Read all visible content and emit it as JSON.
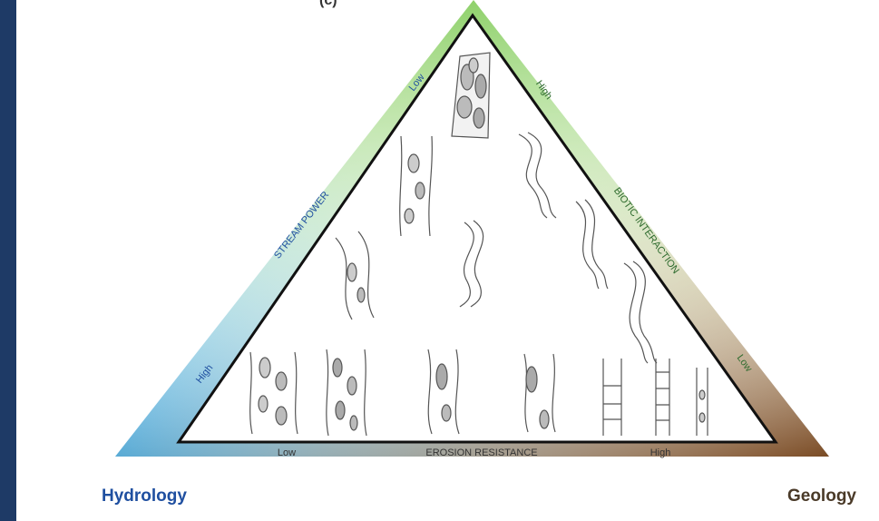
{
  "diagram": {
    "top_fragment": "(c)",
    "left_axis": {
      "title": "STREAM POWER",
      "low": "Low",
      "high": "High"
    },
    "right_axis": {
      "title": "BIOTIC INTERACTION",
      "high": "High",
      "low": "Low"
    },
    "bottom_axis": {
      "title": "EROSION RESISTANCE",
      "low": "Low",
      "high": "High"
    },
    "corners": {
      "left": "Hydrology",
      "right": "Geology"
    },
    "colors": {
      "background": "#1e3a66",
      "panel": "#ffffff",
      "hydrology": "#1e9fe6",
      "geology": "#7a4b24",
      "biology": "#8fd16b",
      "left_text": "#1f4fa0",
      "right_text": "#2e6b2e",
      "outline": "#111111",
      "sketch": "#555555"
    }
  }
}
